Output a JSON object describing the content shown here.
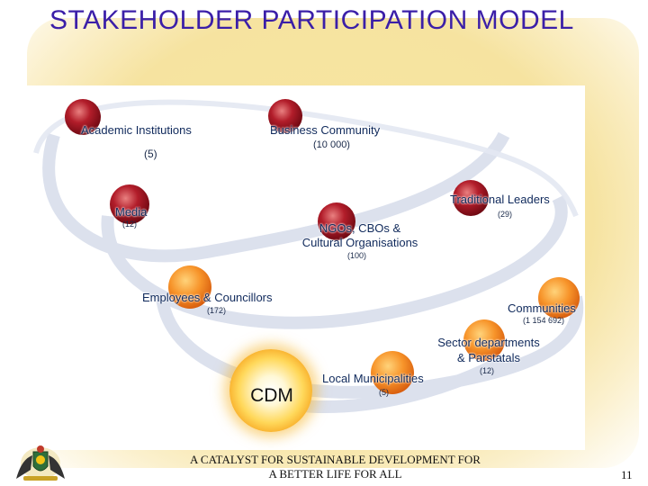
{
  "title": "STAKEHOLDER PARTICIPATION MODEL",
  "center": "CDM",
  "nodes": {
    "academic": {
      "label": "Academic Institutions",
      "count": "(5)"
    },
    "business": {
      "label": "Business Community",
      "count": "(10 000)"
    },
    "traditional": {
      "label": "Traditional Leaders",
      "count": "(29)"
    },
    "media": {
      "label": "Media",
      "count": "(12)"
    },
    "ngos": {
      "label_line1": "NGOs, CBOs &",
      "label_line2": "Cultural Organisations",
      "count": "(100)"
    },
    "employees": {
      "label": "Employees & Councillors",
      "count": "(172)"
    },
    "communities": {
      "label": "Communities",
      "count": "(1 154 692)"
    },
    "sector": {
      "label_line1": "Sector departments",
      "label_line2": "& Parstatals",
      "count": "(12)"
    },
    "local": {
      "label": "Local Municipalities",
      "count": "(5)"
    }
  },
  "footer": {
    "line1": "A CATALYST FOR SUSTAINABLE DEVELOPMENT FOR",
    "line2": "A BETTER LIFE FOR ALL"
  },
  "page_number": "11",
  "colors": {
    "title": "#3b1fa8",
    "label": "#102a5c",
    "ball_red": "#b21d2a",
    "ball_orange": "#f7942a",
    "background_glow": "#f6e3a0"
  }
}
